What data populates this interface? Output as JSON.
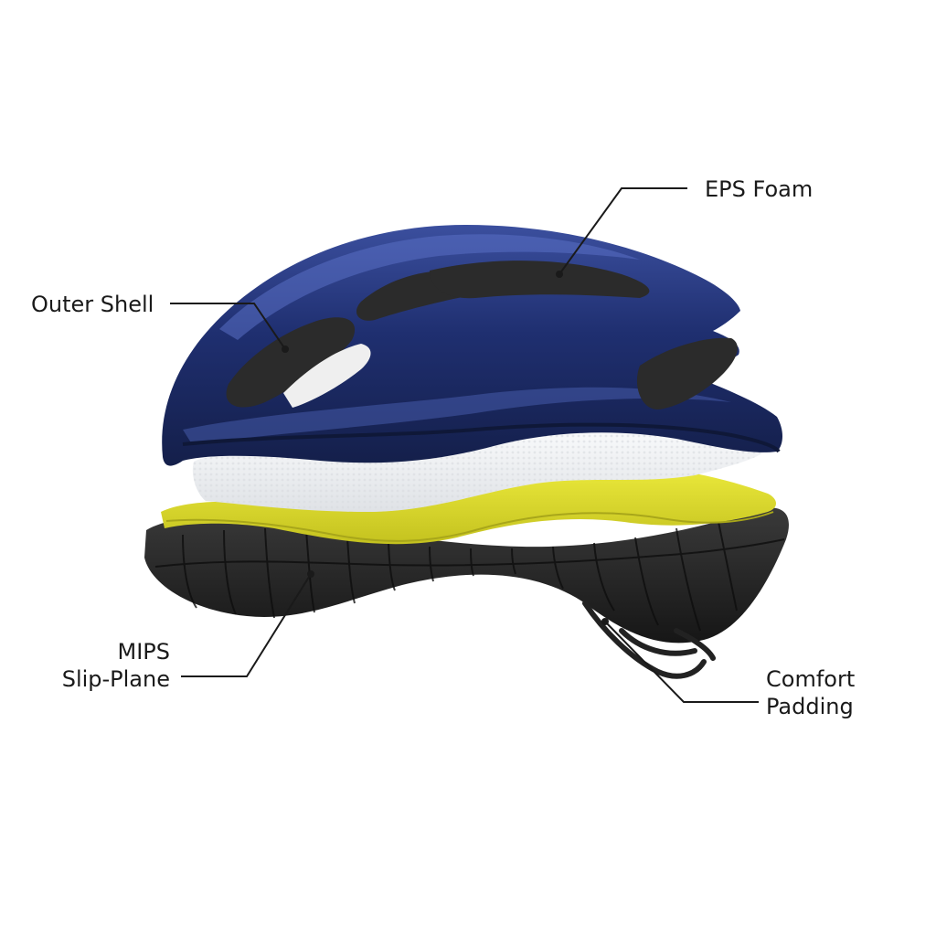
{
  "labels": {
    "eps_foam": "EPS Foam",
    "outer_shell": "Outer Shell",
    "mips_line1": "MIPS",
    "mips_line2": "Slip-Plane",
    "comfort_line1": "Comfort",
    "comfort_line2": "Padding"
  },
  "colors": {
    "shell": "#1e2f6e",
    "shell_highlight": "#3a52a8",
    "eps": "#eef0f2",
    "mips": "#d9d72a",
    "padding": "#2a2a2a",
    "leader_line": "#1a1a1a"
  },
  "icons": {
    "leader_dot": "leader-endpoint-dot"
  }
}
